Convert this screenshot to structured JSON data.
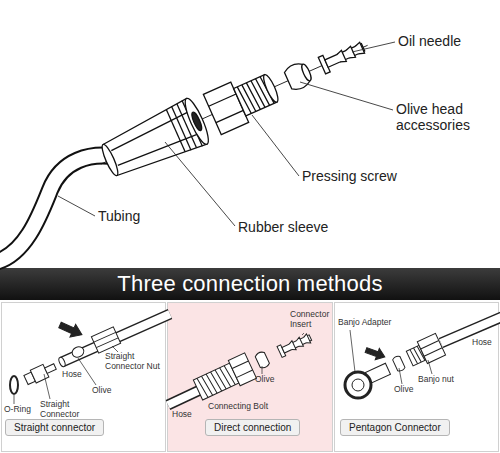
{
  "diagram": {
    "nodes": [
      {
        "text": [
          "Three connection methods"
        ]
      },
      {
        "text": [
          "Straight connector"
        ]
      },
      {
        "text": [
          "Direct connection"
        ]
      },
      {
        "text": [
          "Pentagon Connector"
        ]
      }
    ],
    "labels": [
      "Oil needle",
      "Olive head accessories",
      "Pressing screw",
      "Tubing",
      "Rubber sleeve",
      "O-Ring",
      "Straight Connector",
      "Hose",
      "Straight Connector Nut",
      "Olive",
      "Hose",
      "Connecting Bolt",
      "Olive",
      "Connector Insert",
      "Banjo Adapter",
      "Olive",
      "Banjo nut",
      "Hose"
    ]
  }
}
